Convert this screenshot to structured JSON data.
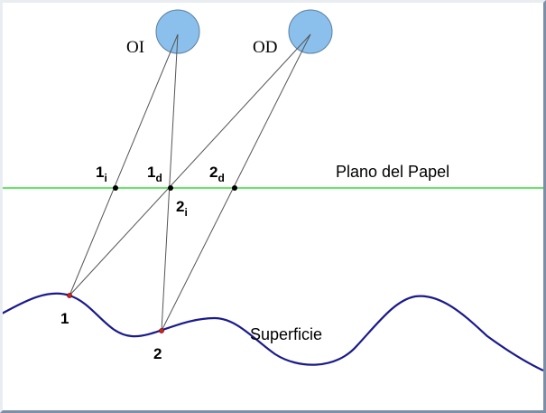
{
  "diagram": {
    "eyes": {
      "left": {
        "label": "OI",
        "color": "#8cc0ec"
      },
      "right": {
        "label": "OD",
        "color": "#8cc0ec"
      }
    },
    "paper_plane": {
      "label": "Plano del Papel",
      "color": "#33dd33"
    },
    "surface": {
      "label": "Superficie",
      "color": "#1a1a8c"
    },
    "surface_points": {
      "p1": "1",
      "p2": "2",
      "color": "#cc2222"
    },
    "projections": {
      "p1i": {
        "main": "1",
        "sub": "i"
      },
      "p1d": {
        "main": "1",
        "sub": "d"
      },
      "p2d": {
        "main": "2",
        "sub": "d"
      },
      "p2i": {
        "main": "2",
        "sub": "i"
      }
    },
    "sight_line_color": "#555555"
  }
}
